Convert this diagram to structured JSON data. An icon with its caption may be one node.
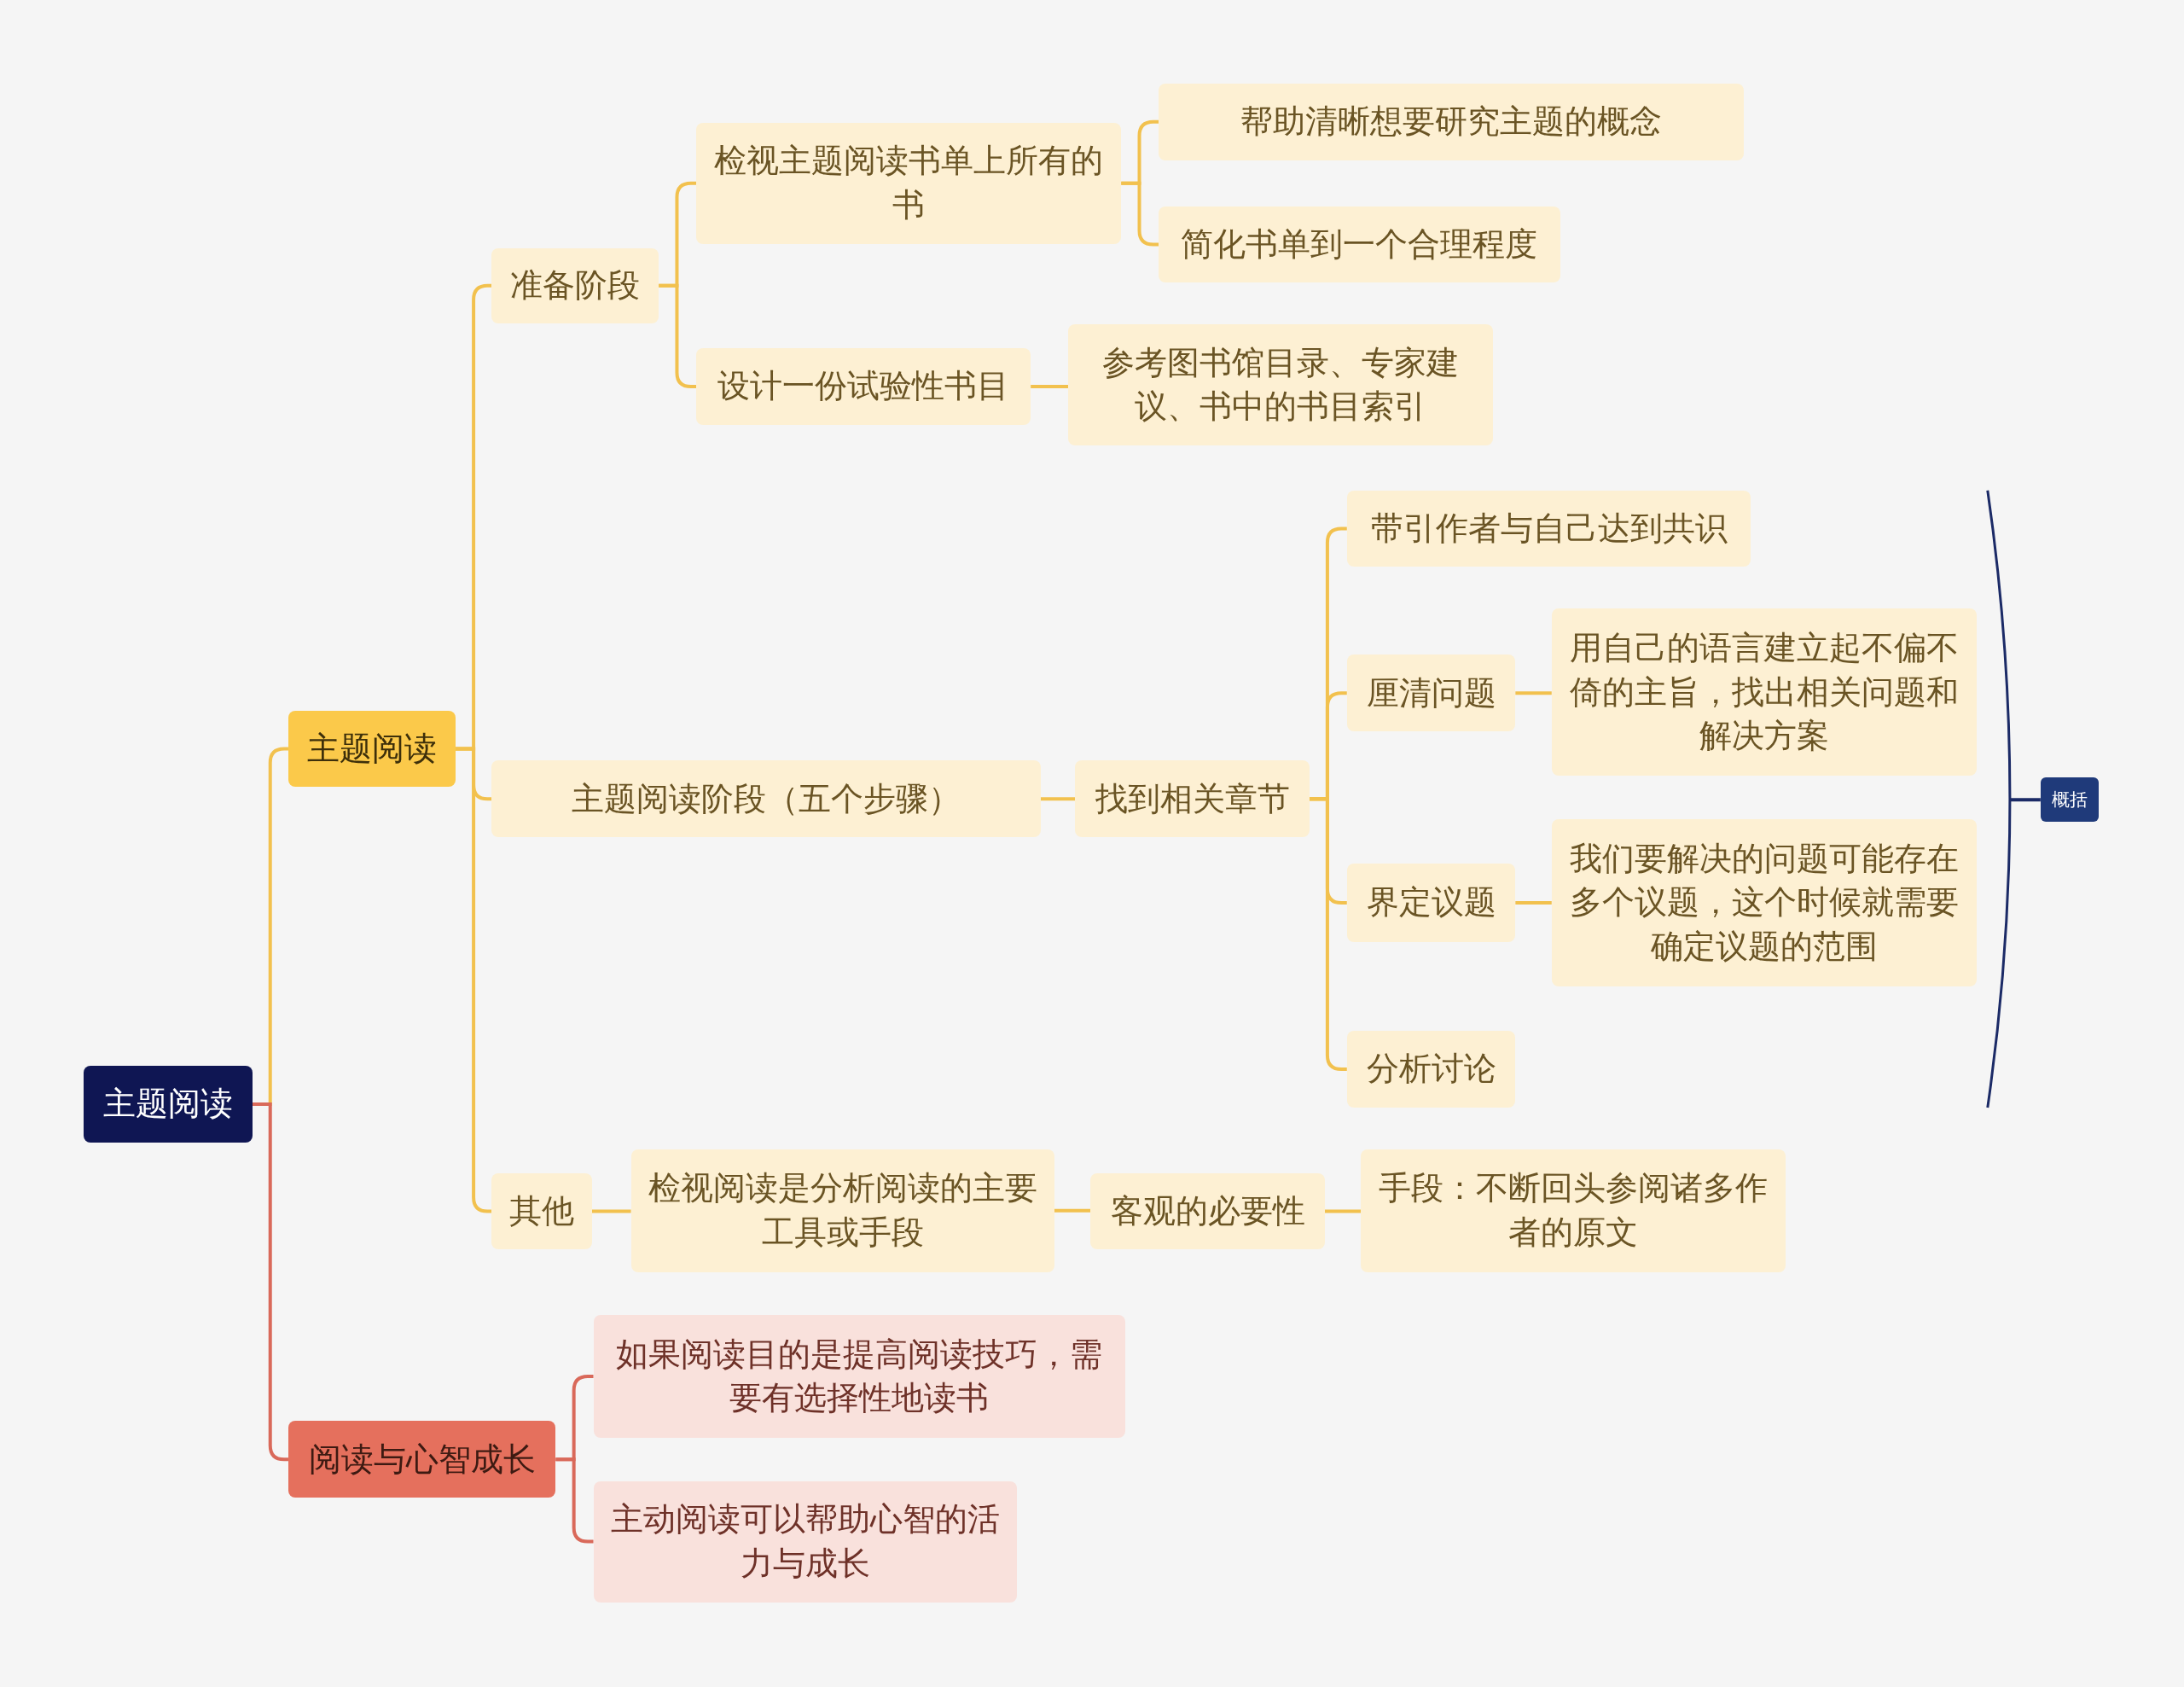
{
  "diagram": {
    "nodes": [
      {
        "text": [
          "主题阅读"
        ]
      },
      {
        "text": [
          "主题阅读"
        ]
      },
      {
        "text": [
          "准备阶段"
        ]
      },
      {
        "text": [
          "检视主题阅读书单上所有的书"
        ]
      },
      {
        "text": [
          "帮助清晰想要研究主题的概念"
        ]
      },
      {
        "text": [
          "简化书单到一个合理程度"
        ]
      },
      {
        "text": [
          "设计一份试验性书目"
        ]
      },
      {
        "text": [
          "参考图书馆目录、专家建议、书中的书目索引"
        ]
      },
      {
        "text": [
          "主题阅读阶段（五个步骤）"
        ]
      },
      {
        "text": [
          "找到相关章节"
        ]
      },
      {
        "text": [
          "带引作者与自己达到共识"
        ]
      },
      {
        "text": [
          "厘清问题"
        ]
      },
      {
        "text": [
          "用自己的语言建立起不偏不倚的主旨，找出相关问题和解决方案"
        ]
      },
      {
        "text": [
          "界定议题"
        ]
      },
      {
        "text": [
          "我们要解决的问题可能存在多个议题，这个时候就需要确定议题的范围"
        ]
      },
      {
        "text": [
          "分析讨论"
        ]
      },
      {
        "text": [
          "其他"
        ]
      },
      {
        "text": [
          "检视阅读是分析阅读的主要工具或手段"
        ]
      },
      {
        "text": [
          "客观的必要性"
        ]
      },
      {
        "text": [
          "手段：不断回头参阅诸多作者的原文"
        ]
      },
      {
        "text": [
          "阅读与心智成长"
        ]
      },
      {
        "text": [
          "如果阅读目的是提高阅读技巧，需要有选择性地读书"
        ]
      },
      {
        "text": [
          "主动阅读可以帮助心智的活力与成长"
        ]
      },
      {
        "text": [
          "概括"
        ]
      }
    ],
    "edges": [
      {
        "from": 0,
        "to": 1,
        "arrow": "none"
      },
      {
        "from": 0,
        "to": 20,
        "arrow": "none",
        "color": "#d9695a"
      },
      {
        "from": 1,
        "to": 2,
        "arrow": "none"
      },
      {
        "from": 1,
        "to": 8,
        "arrow": "none"
      },
      {
        "from": 1,
        "to": 16,
        "arrow": "none"
      },
      {
        "from": 2,
        "to": 3,
        "arrow": "none"
      },
      {
        "from": 2,
        "to": 6,
        "arrow": "none"
      },
      {
        "from": 3,
        "to": 4,
        "arrow": "none"
      },
      {
        "from": 3,
        "to": 5,
        "arrow": "none"
      },
      {
        "from": 6,
        "to": 7,
        "arrow": "none"
      },
      {
        "from": 8,
        "to": 9,
        "arrow": "none"
      },
      {
        "from": 9,
        "to": 10,
        "arrow": "none"
      },
      {
        "from": 9,
        "to": 11,
        "arrow": "none"
      },
      {
        "from": 9,
        "to": 13,
        "arrow": "none"
      },
      {
        "from": 9,
        "to": 15,
        "arrow": "none"
      },
      {
        "from": 11,
        "to": 12,
        "arrow": "none"
      },
      {
        "from": 13,
        "to": 14,
        "arrow": "none"
      },
      {
        "from": 16,
        "to": 17,
        "arrow": "none"
      },
      {
        "from": 17,
        "to": 18,
        "arrow": "none"
      },
      {
        "from": 18,
        "to": 19,
        "arrow": "none"
      },
      {
        "from": 20,
        "to": 21,
        "arrow": "none",
        "color": "#d9695a"
      },
      {
        "from": 20,
        "to": 22,
        "arrow": "none",
        "color": "#d9695a"
      },
      {
        "from": null,
        "to": 23,
        "arrow": "none",
        "color": "#1b2a66"
      }
    ]
  }
}
